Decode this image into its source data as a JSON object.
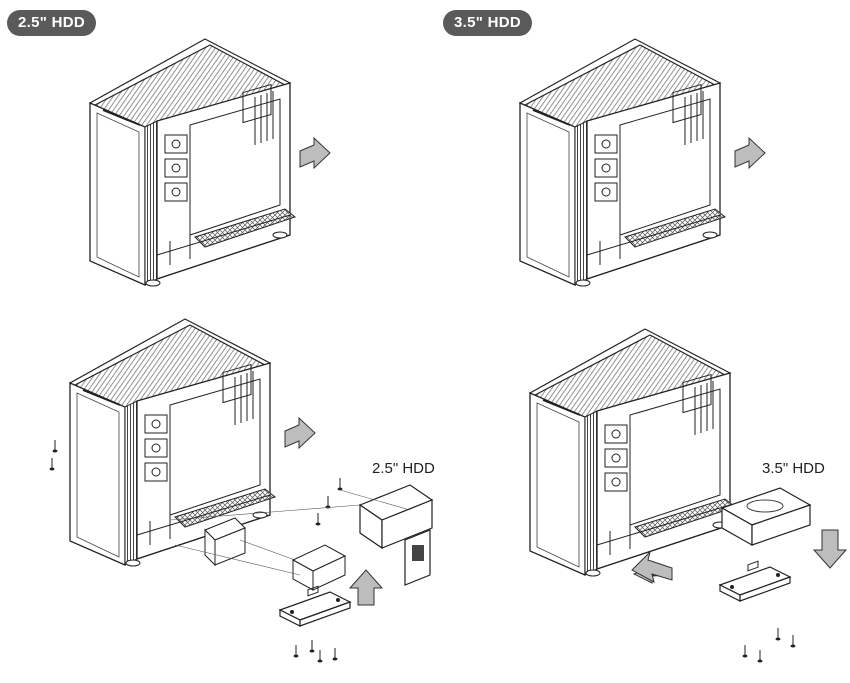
{
  "badges": {
    "left": "2.5\" HDD",
    "right": "3.5\" HDD"
  },
  "callouts": {
    "left": "2.5\" HDD",
    "right": "3.5\" HDD"
  },
  "colors": {
    "badge_bg": "#5a5a5a",
    "line": "#222222",
    "arrow_fill": "#bdbdbd",
    "mesh": "#8a8a8a"
  }
}
